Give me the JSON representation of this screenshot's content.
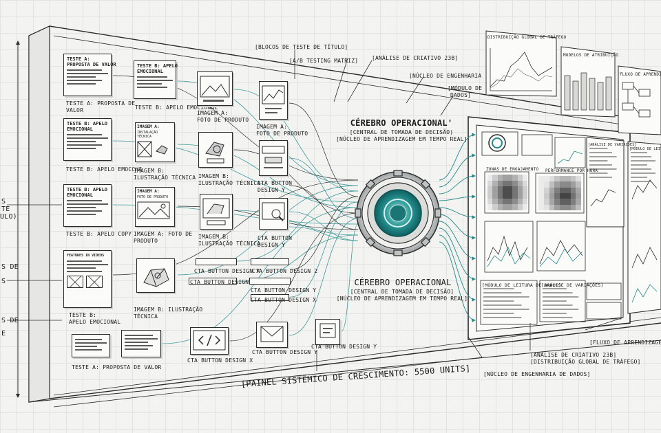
{
  "title_banner": "[PAINEL SISTÊMICO DE CRESCIMENTO: 5500 UNITS]",
  "top_callouts": {
    "title_blocks": "[BLOCOS DE TESTE DE TÍTULO]",
    "ab_matrix": "[A/B TESTING MATRIZ]",
    "creative_analysis": "[ANÁLISE DE CRIATIVO 23B]",
    "engineering_core": "[NÚCLEO DE ENGENHARIA",
    "data_module_1": "[MÓDULO DE",
    "data_module_2": "DADOS]"
  },
  "core_top": {
    "title": "CÉREBRO OPERACIONAL'",
    "line1": "[CENTRAL DE TOMADA DE DECISÃO)",
    "line2": "[NÚCLEO DE APRENDIZAGEM EM TEMPO REAL]"
  },
  "core_bottom": {
    "title": "CÉREBRO OPERACIONAL",
    "line1": "[CENTRAL DE TOMADA DE DECISÃO]",
    "line2": "[NÚCLEO DE APRENDIZAGEM EM TEMPO REAL]"
  },
  "left_edge_labels": [
    "S",
    "TE",
    "ULO)",
    "S DE",
    "S",
    "S DE",
    "E"
  ],
  "cards": [
    {
      "title1": "TESTE A:",
      "title2": "PROPOSTA DE VALOR",
      "caption1": "TESTE A: PROPOSTA DE",
      "caption2": "VALOR"
    },
    {
      "title1": "TESTE B: APELO",
      "title2": "EMOCIONAL",
      "caption1": "TESTE B: APELO EMOCIONAL",
      "caption2": ""
    },
    {
      "title1": "TESTE B: APELO",
      "title2": "EMOCIONAL",
      "caption1": "TESTE B: APELO EMOCCHI",
      "caption2": ""
    },
    {
      "title1": "TESTE B: APELO",
      "title2": "EMOCIONAL",
      "caption1": "TESTE B: APELO COPY",
      "caption2": ""
    },
    {
      "title1": "FEATURES IN VIDEOS",
      "title2": "",
      "caption1": "TESTE B:",
      "caption2": "APELO EMOCIONAL"
    }
  ],
  "image_cards": [
    {
      "title1": "IMAGEM A:",
      "title2": "FOTO DE PRODUTO",
      "caption1": "IMAGEM A:",
      "caption2": "FOTO DE PRODUTO"
    },
    {
      "title1": "IMAGEM A:",
      "title2": "INSTALAÇÃO TÉCNICA",
      "caption1": "IMAGEM B:",
      "caption2": "ILUSTRAÇÃO TÉCNICA"
    },
    {
      "title1": "IMAGEM A:",
      "title2": "FOTO DE PRODUTO",
      "caption1": "IMAGEM A: FOTO DE",
      "caption2": "PRODUTO"
    },
    {
      "title1": "",
      "title2": "",
      "caption1": "IMAGEM B: ILUSTRAÇÃO",
      "caption2": "TÉCNICA"
    }
  ],
  "mid_image_cards": [
    {
      "caption1": "IMAGEM A:",
      "caption2": "FOTO DE PRODUTO"
    },
    {
      "caption1": "IMAGEM B:",
      "caption2": "ILUSTRAÇÃO TÉCNICA"
    },
    {
      "caption1": "IMAGEM B:",
      "caption2": "ILUSTRAÇÃO TÉCNICA"
    }
  ],
  "cta_buttons": [
    {
      "caption1": "CTA BUTTON",
      "caption2": "DESIGN Y"
    },
    {
      "caption1": "CTA BUTTON",
      "caption2": "DESIGN Y"
    },
    {
      "caption1": "CTA BUTTON DESIGN X",
      "caption2": ""
    },
    {
      "caption1": "CTA BUTTON DESIGN X",
      "caption2": ""
    },
    {
      "caption1": "CTA BUTTON DESIGN 2",
      "caption2": ""
    },
    {
      "caption1": "CTA BUTTON DESIGN Y",
      "caption2": ""
    },
    {
      "caption1": "CTA BUTTON DESIGN X",
      "caption2": ""
    }
  ],
  "bottom_row": {
    "caption_a": "TESTE A: PROPOSTA DE VALOR",
    "cta_x": "CTA BUTTON DESIGN X",
    "cta_y": "CTA BUTTON DESIGN Y",
    "cta_y2": "CTA BUTTON DESIGN Y"
  },
  "dashboard": {
    "heat_title": "ZONAS DE ENGAJAMENTO",
    "perf_title": "PERFORMANCE POR HORA",
    "read_module": "[MÓDULO DE LEITURA DE DADOS]",
    "variation": "[ANÁLISE DE VARIAÇÕES]",
    "side_a": "[ANÁLISE DE VARIAÇÕES]",
    "side_b": "[MÓDULO DE LEITURA DE DADOS]"
  },
  "right_top_panels": {
    "traffic": "DISTRIBUIÇÃO GLOBAL DE TRÁFEGO",
    "attribution": "MODELOS DE ATRIBUIÇÃO",
    "flow": "FLUXO DE APRENDIZAGEM"
  },
  "bottom_callouts": {
    "learning_flow": "[FLUXO DE APRENDIZAGEM]",
    "creative_1": "[ANÁLISE DE CRIATIVO 23B]",
    "creative_2": "[DISTRIBUIÇÃO GLOBAL DE TRÁFEGO]",
    "data_eng": "[NÚCLEO DE ENGENHARIA DE DADOS]"
  },
  "colors": {
    "teal": "#1f8a8a",
    "teal_light": "#7fbfbe",
    "ink": "#1e1e1e",
    "paper": "#fbfbf9"
  }
}
